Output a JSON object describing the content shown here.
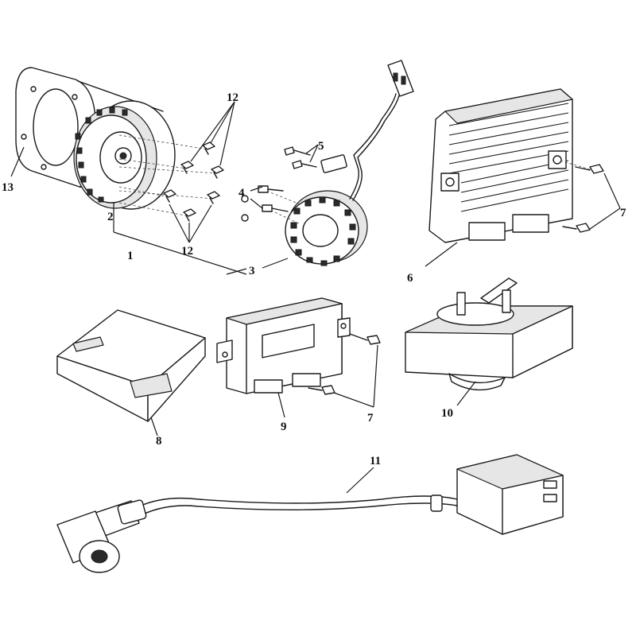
{
  "diagram": {
    "callouts": {
      "c1": "1",
      "c2": "2",
      "c3": "3",
      "c4": "4",
      "c5": "5",
      "c6": "6",
      "c7a": "7",
      "c7b": "7",
      "c8": "8",
      "c9": "9",
      "c10": "10",
      "c11": "11",
      "c12a": "12",
      "c12b": "12",
      "c13": "13"
    }
  }
}
